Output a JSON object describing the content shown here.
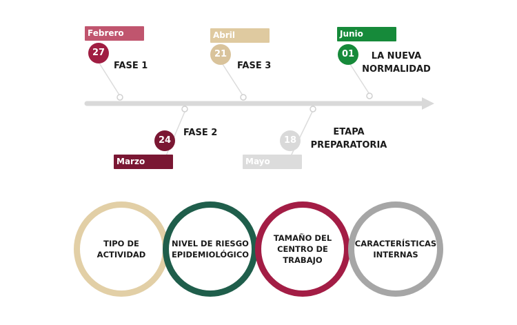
{
  "colors": {
    "timeline": "#d9d9d9",
    "febrero_tag": "#c0556e",
    "fase1_dot": "#a01d42",
    "abril_tag": "#dfcaa0",
    "fase3_dot": "#d9c39b",
    "junio_tag": "#168a3a",
    "normalidad_dot": "#168a3a",
    "marzo_tag": "#7a1733",
    "fase2_dot": "#7a1733",
    "mayo_tag": "#dcdcdc",
    "preparatoria_dot": "#d9d9d9",
    "ring_tipo": "#e2cfa6",
    "ring_nivel": "#1f5e4b",
    "ring_tamano": "#a31d45",
    "ring_caracteristicas": "#a6a6a6"
  },
  "timeline": {
    "events": [
      {
        "month": "Febrero",
        "day": "27",
        "label": "FASE 1",
        "position": "above"
      },
      {
        "month": "Marzo",
        "day": "24",
        "label": "FASE 2",
        "position": "below"
      },
      {
        "month": "Abril",
        "day": "21",
        "label": "FASE 3",
        "position": "above"
      },
      {
        "month": "Mayo",
        "day": "18",
        "label_line1": "ETAPA",
        "label_line2": "PREPARATORIA",
        "position": "below"
      },
      {
        "month": "Junio",
        "day": "01",
        "label_line1": "LA NUEVA",
        "label_line2": "NORMALIDAD",
        "position": "above"
      }
    ]
  },
  "criteria": [
    {
      "line1": "TIPO DE",
      "line2": "ACTIVIDAD"
    },
    {
      "line1": "NIVEL DE RIESGO",
      "line2": "EPIDEMIOLÓGICO"
    },
    {
      "line1": "TAMAÑO DEL",
      "line2": "CENTRO DE",
      "line3": "TRABAJO"
    },
    {
      "line1": "CARACTERÍSTICAS",
      "line2": "INTERNAS"
    }
  ]
}
